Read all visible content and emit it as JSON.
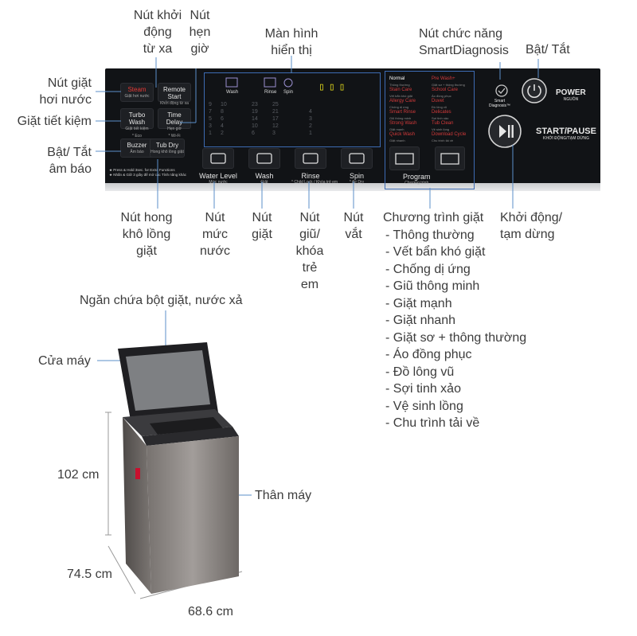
{
  "top_labels": {
    "remote_start": [
      "Nút khởi",
      "động",
      "từ xa"
    ],
    "timer": [
      "Nút",
      "hẹn",
      "giờ"
    ],
    "display": [
      "Màn hình",
      "hiển thị"
    ],
    "smart_diagnosis": [
      "Nút chức năng",
      "SmartDiagnosis"
    ],
    "power": "Bật/ Tắt"
  },
  "left_labels": {
    "steam": [
      "Nút giặt",
      "hơi nước"
    ],
    "turbo": "Giặt tiết kiệm",
    "buzzer": [
      "Bật/ Tắt",
      "âm báo"
    ]
  },
  "bottom_labels": {
    "tub_dry": [
      "Nút hong",
      "khô lồng",
      "giặt"
    ],
    "water_level": [
      "Nút",
      "mức",
      "nước"
    ],
    "wash": [
      "Nút",
      "giặt"
    ],
    "rinse": [
      "Nút",
      "giũ/",
      "khóa",
      "trẻ",
      "em"
    ],
    "spin": [
      "Nút",
      "vắt"
    ],
    "start_pause": [
      "Khởi động/",
      "tạm dừng"
    ]
  },
  "program_list": {
    "title": "Chương trình giặt",
    "items": [
      "- Thông thường",
      "- Vết bẩn khó giặt",
      "- Chống dị ứng",
      "- Giũ thông minh",
      "- Giặt mạnh",
      "- Giặt nhanh",
      "- Giặt sơ + thông thường",
      "- Áo đồng phục",
      "- Đồ lông vũ",
      "- Sợi tinh xảo",
      "- Vệ sinh lồng",
      "- Chu trình tải về"
    ]
  },
  "machine_labels": {
    "detergent": "Ngăn chứa bột giặt, nước xả",
    "lid": "Cửa máy",
    "body": "Thân máy",
    "height": "102 cm",
    "depth": "74.5 cm",
    "width": "68.6 cm"
  },
  "panel": {
    "buttons": {
      "steam": {
        "label": "Steam",
        "sub": "Giặt hơi nước"
      },
      "remote": {
        "label": "Remote Start",
        "sub": "Khởi động từ xa"
      },
      "turbo": {
        "label": "Turbo Wash",
        "sub": "Giặt tiết kiệm",
        "sub2": "* Eco"
      },
      "timer": {
        "label": "Time Delay",
        "sub": "Hẹn giờ",
        "sub2": "* Wi-Fi"
      },
      "buzzer": {
        "label": "Buzzer",
        "sub": "Âm báo"
      },
      "tubdry": {
        "label": "Tub Dry",
        "sub": "Hong khô lồng giặt"
      }
    },
    "hold_note_1": "★ Press & Hold 3sec. for Extra Functions",
    "hold_note_2": "★ Nhấn & Giữ 3 giây để mở các Tính năng khác",
    "display_tags": [
      "Wash",
      "Rinse",
      "Spin"
    ],
    "digit_cols": [
      [
        "9",
        "7",
        "5",
        "3",
        "1"
      ],
      [
        "10",
        "8",
        "6",
        "4",
        "2"
      ],
      [
        "23",
        "19",
        "14",
        "10",
        "6"
      ],
      [
        "25",
        "21",
        "17",
        "12",
        "3"
      ],
      [
        "4",
        "3",
        "2",
        "1"
      ]
    ],
    "bottom_keys": [
      {
        "label": "Water Level",
        "sub": "Mức nước"
      },
      {
        "label": "Wash",
        "sub": "Giặt"
      },
      {
        "label": "Rinse",
        "sub": "* Child Lock / Khóa trẻ em"
      },
      {
        "label": "Spin",
        "sub": "* Air Dry"
      }
    ],
    "programs": [
      {
        "label": "Normal",
        "sub": "Thông thường"
      },
      {
        "label": "Stain Care",
        "sub": "Vết bẩn khó giặt"
      },
      {
        "label": "Allergy Care",
        "sub": "Chống dị ứng"
      },
      {
        "label": "Smart Rinse",
        "sub": "Giũ thông minh"
      },
      {
        "label": "Strong Wash",
        "sub": "Giặt mạnh"
      },
      {
        "label": "Quick Wash",
        "sub": "Giặt nhanh"
      },
      {
        "label": "Pre Wash+",
        "sub": "Giặt sơ + thông thường"
      },
      {
        "label": "School Care",
        "sub": "Áo đồng phục"
      },
      {
        "label": "Duvet",
        "sub": "Đồ lông vũ"
      },
      {
        "label": "Delicates",
        "sub": "Sợi tinh xảo"
      },
      {
        "label": "Tub Clean",
        "sub": "Vệ sinh lồng"
      },
      {
        "label": "Download Cycle",
        "sub": "Chu trình tải về"
      }
    ],
    "program_keys": {
      "label": "Program",
      "sub": "Chương trình"
    },
    "smart_diag": {
      "line1": "Smart",
      "line2": "Diagnosis™"
    },
    "power": {
      "label": "POWER",
      "sub": "NGUỒN"
    },
    "start": {
      "label": "START/PAUSE",
      "sub": "KHỞI ĐỘNG/TẠM DỪNG"
    }
  },
  "colors": {
    "panel": "#111316",
    "leader": "#5b8fc9",
    "program_red": "#d23a3a",
    "program_active": "#ffffff"
  }
}
